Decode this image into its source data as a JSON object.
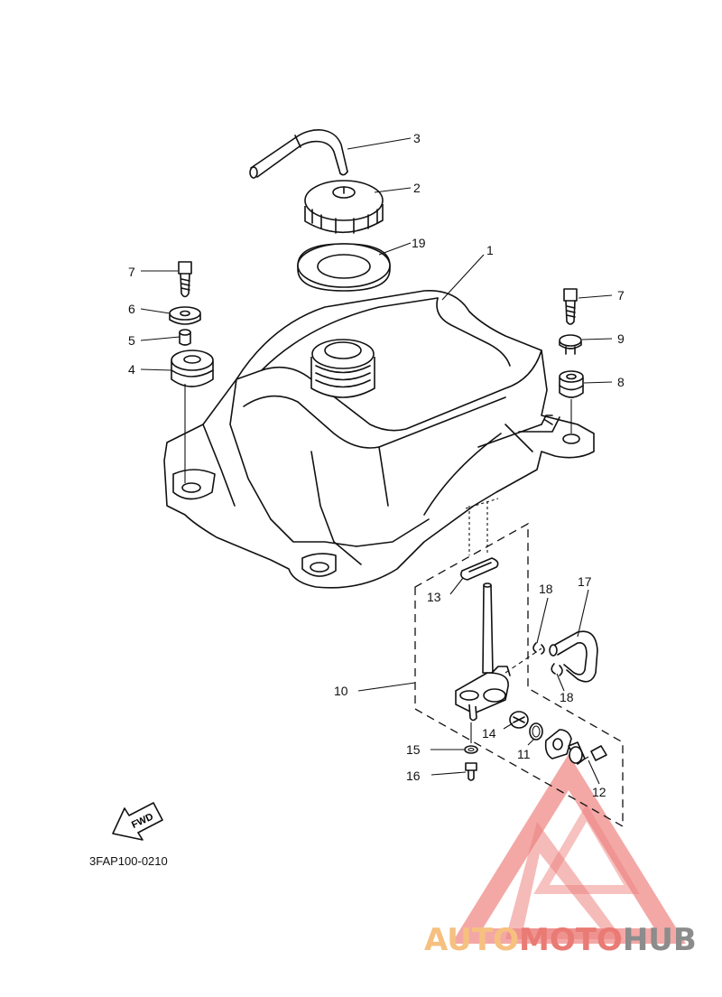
{
  "callouts": {
    "c1": "1",
    "c2": "2",
    "c3": "3",
    "c4": "4",
    "c5": "5",
    "c6": "6",
    "c7a": "7",
    "c7b": "7",
    "c8": "8",
    "c9": "9",
    "c10": "10",
    "c11": "11",
    "c12": "12",
    "c13": "13",
    "c14": "14",
    "c15": "15",
    "c16": "16",
    "c17": "17",
    "c18a": "18",
    "c18b": "18",
    "c19": "19"
  },
  "fwd_label": "FWD",
  "diagram_code": "3FAP100-0210",
  "watermark": {
    "part1": "AUTO",
    "part2": "MOTO",
    "part3": "HUB",
    "colors": {
      "auto": "#f6c080",
      "moto": "#e97a74",
      "hub": "#8c8c8c",
      "triangle": "#e85a55"
    }
  }
}
